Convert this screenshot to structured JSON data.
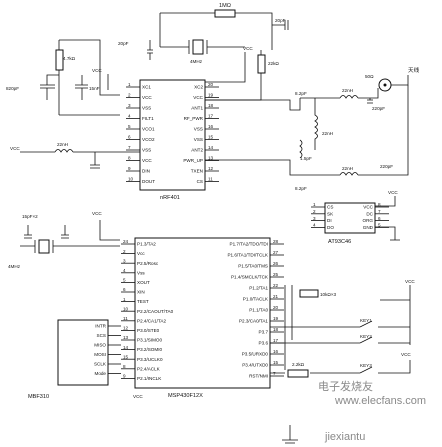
{
  "components": {
    "crystal_top": "4MHz",
    "crystal_left": "4MHz",
    "r_top": "1MΩ",
    "c_top_right": "20pF",
    "c_top_left": "20pF",
    "r_4k7": "4.7kΩ",
    "c_820p": "820pF",
    "c_15nf": "15nF",
    "r_22k": "22kΩ",
    "c_82p_1": "8.2pF",
    "c_82p_2": "8.2pF",
    "l_22nh_1": "22nH",
    "l_22nh_2": "22nH",
    "l_22nh_3": "22nH",
    "l_22nh_4": "22nH",
    "c_220p_1": "220pF",
    "c_220p_2": "220pF",
    "c_15p_rf": "1.5pF",
    "c_15pf_x2": "15pF×2",
    "r_10k_x3": "10kΩ×3",
    "r_22k_key": "2.2kΩ",
    "antenna": "天线",
    "ohm_50": "50Ω",
    "key1": "KEY1",
    "key2": "KEY2",
    "key3": "KEY3",
    "vcc": "VCC"
  },
  "nrf401": {
    "name": "nRF401",
    "left_pins": [
      "XC1",
      "VCC",
      "VSS",
      "FILT1",
      "VCO1",
      "VCO2",
      "VSS",
      "VCC",
      "DIN",
      "DOUT"
    ],
    "right_pins": [
      "XC2",
      "VCC",
      "ANT1",
      "RF_PWR",
      "VSS",
      "VSS",
      "ANT2",
      "PWR_UP",
      "TXEN",
      "CS"
    ],
    "left_nums": [
      "1",
      "2",
      "3",
      "4",
      "5",
      "6",
      "7",
      "8",
      "9",
      "10"
    ],
    "right_nums": [
      "20",
      "19",
      "18",
      "17",
      "16",
      "15",
      "14",
      "13",
      "12",
      "11"
    ]
  },
  "at93c46": {
    "name": "AT93C46",
    "left_pins": [
      "CS",
      "SK",
      "DI",
      "DO"
    ],
    "right_pins": [
      "VCC",
      "DC",
      "ORG",
      "GND"
    ],
    "left_nums": [
      "1",
      "2",
      "3",
      "4"
    ],
    "right_nums": [
      "8",
      "7",
      "6",
      "5"
    ]
  },
  "msp": {
    "name": "MSP430F12X",
    "left_pins": [
      "P1.3/TA2",
      "Vcc",
      "P2.5/Rosc",
      "Vss",
      "XOUT",
      "XIN",
      "TEST",
      "P2.2/CAOUT/TA0",
      "P2.4/CA1/TA2",
      "P3.0/STE0",
      "P3.1/SIMO0",
      "P3.2/SOMI0",
      "P3.3/UCLK0",
      "P2.4/ACLK",
      "P2.1/INCLK"
    ],
    "left_nums": [
      "24",
      "2",
      "3",
      "4",
      "5",
      "6",
      "1",
      "10",
      "11",
      "12",
      "13",
      "14",
      "15",
      "8",
      "9"
    ],
    "right_pins": [
      "P1.7/TA2/TDO/TDI",
      "P1.6/TA1/TDI/TCLK",
      "P1.5/TA0/TMS",
      "P1.4/SMCLK/TCK",
      "P1.2/TA1",
      "P1.0/TACLK",
      "P1.1/TA0",
      "P2.3/CA0/TA1",
      "P3.7",
      "P3.6",
      "P3.5/URXD0",
      "P3.4/UTXD0",
      "RST/NMI"
    ],
    "right_nums": [
      "28",
      "27",
      "26",
      "25",
      "22",
      "21",
      "20",
      "19",
      "18",
      "17",
      "16",
      "15",
      "7"
    ]
  },
  "mbf": {
    "name": "MBF310",
    "pins": [
      "INTR",
      "SCS",
      "MISO",
      "MOSI",
      "SCLK",
      "Mode"
    ]
  },
  "watermark": {
    "logo": "电子发烧友",
    "site1": "www.elecfans.com",
    "site2": "jiexiantu"
  }
}
